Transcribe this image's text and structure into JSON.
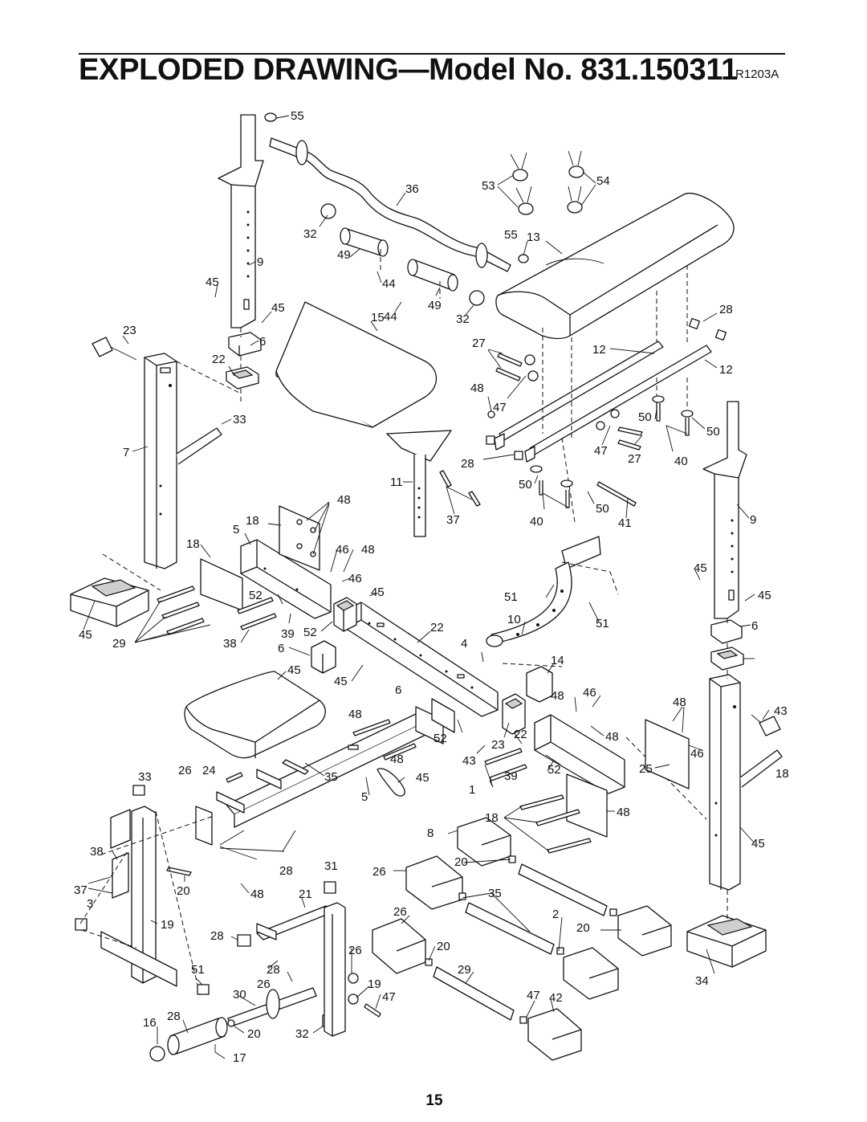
{
  "header": {
    "title": "EXPLODED DRAWING—Model No. 831.150311",
    "revision": "R1203A"
  },
  "footer": {
    "page_number": "15"
  },
  "callouts": [
    "55",
    "36",
    "53",
    "54",
    "32",
    "49",
    "9",
    "55",
    "13",
    "45",
    "44",
    "45",
    "49",
    "15",
    "44",
    "32",
    "28",
    "23",
    "6",
    "27",
    "12",
    "22",
    "12",
    "48",
    "47",
    "33",
    "50",
    "50",
    "7",
    "47",
    "27",
    "40",
    "28",
    "11",
    "50",
    "48",
    "37",
    "50",
    "5",
    "18",
    "40",
    "41",
    "9",
    "18",
    "46",
    "48",
    "46",
    "45",
    "45",
    "52",
    "45",
    "51",
    "45",
    "29",
    "38",
    "39",
    "52",
    "22",
    "4",
    "10",
    "51",
    "6",
    "6",
    "14",
    "45",
    "45",
    "6",
    "48",
    "46",
    "48",
    "48",
    "43",
    "23",
    "22",
    "52",
    "48",
    "46",
    "48",
    "43",
    "45",
    "25",
    "18",
    "33",
    "26",
    "24",
    "35",
    "1",
    "39",
    "52",
    "5",
    "48",
    "45",
    "18",
    "8",
    "38",
    "20",
    "31",
    "28",
    "26",
    "37",
    "20",
    "48",
    "21",
    "35",
    "3",
    "19",
    "26",
    "2",
    "20",
    "28",
    "20",
    "26",
    "34",
    "28",
    "29",
    "51",
    "19",
    "26",
    "47",
    "30",
    "47",
    "42",
    "16",
    "28",
    "20",
    "32",
    "17",
    "33",
    "26",
    "44"
  ]
}
